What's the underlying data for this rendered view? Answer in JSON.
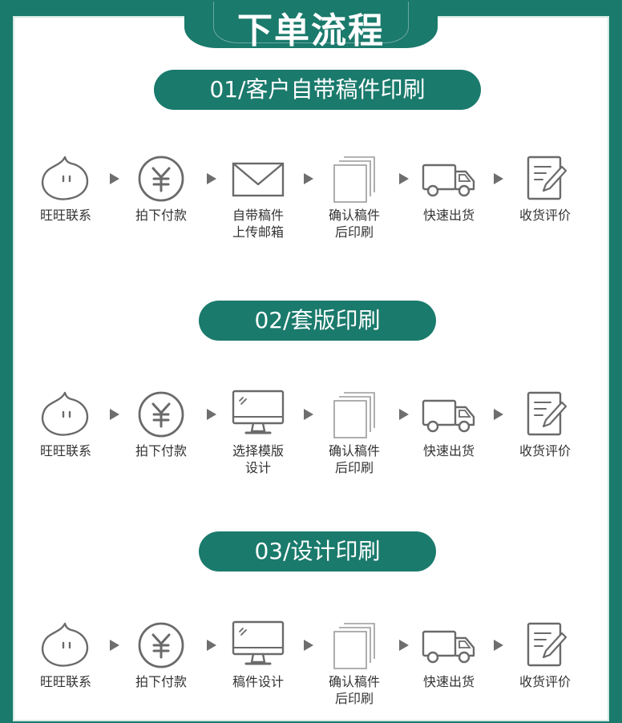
{
  "title": "下单流程",
  "colors": {
    "brand": "#1a7a6c",
    "text": "#333333",
    "icon_stroke": "#6a6a6a"
  },
  "sections": [
    {
      "heading": "01/客户自带稿件印刷",
      "steps": [
        {
          "icon": "wangwang-chat-icon",
          "label": "旺旺联系"
        },
        {
          "icon": "yuan-coin-icon",
          "label": "拍下付款"
        },
        {
          "icon": "envelope-icon",
          "label": "自带稿件\n上传邮箱"
        },
        {
          "icon": "paper-stack-icon",
          "label": "确认稿件\n后印刷"
        },
        {
          "icon": "delivery-truck-icon",
          "label": "快速出货"
        },
        {
          "icon": "review-pencil-icon",
          "label": "收货评价"
        }
      ]
    },
    {
      "heading": "02/套版印刷",
      "steps": [
        {
          "icon": "wangwang-chat-icon",
          "label": "旺旺联系"
        },
        {
          "icon": "yuan-coin-icon",
          "label": "拍下付款"
        },
        {
          "icon": "monitor-icon",
          "label": "选择模版\n设计"
        },
        {
          "icon": "paper-stack-icon",
          "label": "确认稿件\n后印刷"
        },
        {
          "icon": "delivery-truck-icon",
          "label": "快速出货"
        },
        {
          "icon": "review-pencil-icon",
          "label": "收货评价"
        }
      ]
    },
    {
      "heading": "03/设计印刷",
      "steps": [
        {
          "icon": "wangwang-chat-icon",
          "label": "旺旺联系"
        },
        {
          "icon": "yuan-coin-icon",
          "label": "拍下付款"
        },
        {
          "icon": "monitor-icon",
          "label": "稿件设计"
        },
        {
          "icon": "paper-stack-icon",
          "label": "确认稿件\n后印刷"
        },
        {
          "icon": "delivery-truck-icon",
          "label": "快速出货"
        },
        {
          "icon": "review-pencil-icon",
          "label": "收货评价"
        }
      ]
    }
  ]
}
